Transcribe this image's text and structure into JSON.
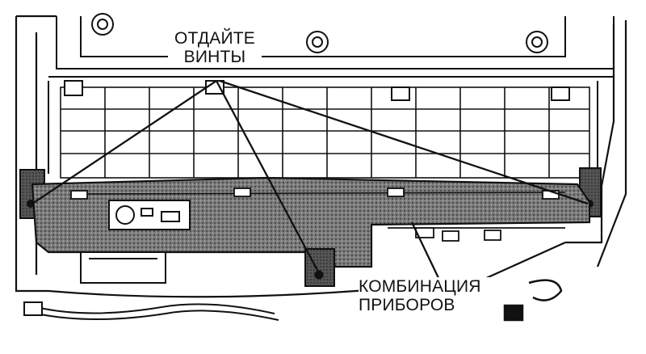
{
  "callouts": {
    "remove_screws": {
      "line1": "ОТДАЙТЕ",
      "line2": "ВИНТЫ"
    },
    "instrument_cluster": {
      "line1": "КОМБИНАЦИЯ",
      "line2": "ПРИБОРОВ"
    }
  },
  "colors": {
    "ink": "#111111",
    "paper": "#ffffff",
    "stipple": "#6e6e6e"
  }
}
